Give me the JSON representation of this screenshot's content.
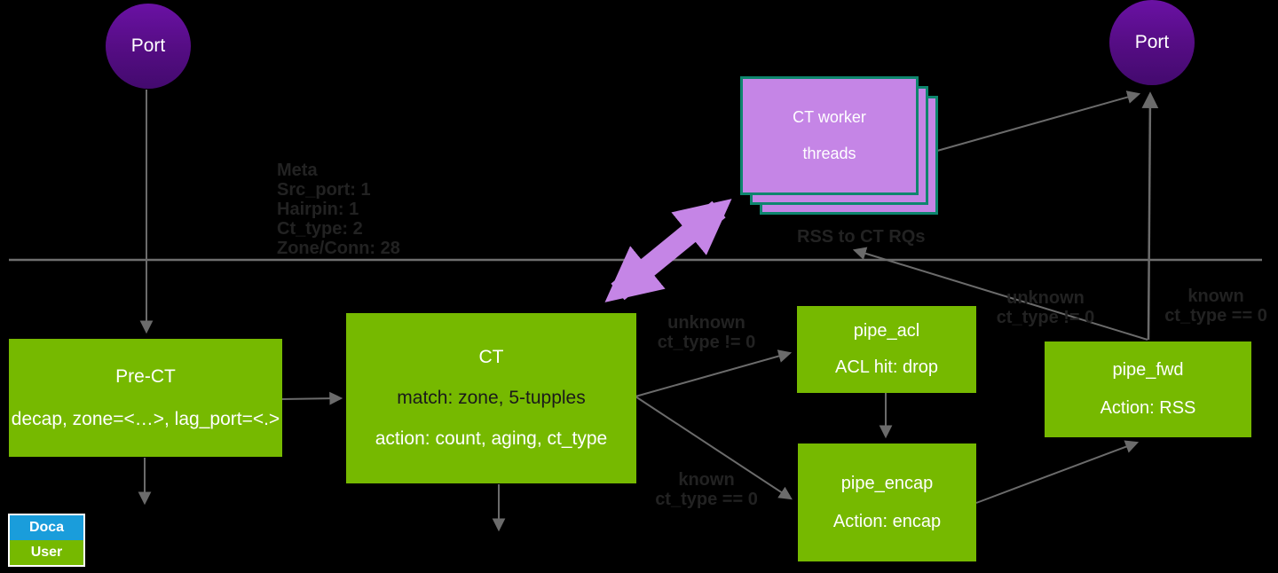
{
  "diagram": {
    "ports": {
      "left": "Port",
      "right": "Port"
    },
    "nodes": {
      "pre_ct": {
        "title": "Pre-CT",
        "subtitle": "decap, zone=<…>, lag_port=<.>"
      },
      "ct": {
        "title": "CT",
        "match": "match: zone, 5-tupples",
        "action": "action: count, aging, ct_type"
      },
      "pipe_acl": {
        "title": "pipe_acl",
        "subtitle": "ACL hit: drop"
      },
      "pipe_encap": {
        "title": "pipe_encap",
        "subtitle": "Action: encap"
      },
      "pipe_fwd": {
        "title": "pipe_fwd",
        "subtitle": "Action: RSS"
      },
      "ct_worker": {
        "line1": "CT worker",
        "line2": "threads"
      }
    },
    "meta": {
      "lines": [
        "Meta",
        "Src_port: 1",
        "Hairpin: 1",
        "Ct_type: 2",
        "Zone/Conn: 28"
      ]
    },
    "rss_label": "RSS to CT RQs",
    "edge_labels": {
      "to_acl": {
        "line1": "unknown",
        "line2": "ct_type != 0"
      },
      "to_encap": {
        "line1": "known",
        "line2": "ct_type == 0"
      },
      "fwd_unknown": {
        "line1": "unknown",
        "line2": "ct_type != 0"
      },
      "fwd_known": {
        "line1": "known",
        "line2": "ct_type == 0"
      }
    },
    "legend": {
      "doca": {
        "label": "Doca",
        "color": "#1a9ddb"
      },
      "user": {
        "label": "User",
        "color": "#76b900"
      }
    },
    "colors": {
      "background": "#000000",
      "node_green": "#76b900",
      "port_purple": "#560d85",
      "worker_fill": "#c585e6",
      "worker_border": "#0e866e",
      "big_arrow": "#c585e6",
      "wire_gray": "#6b6b6b",
      "dark_label": "#222222"
    }
  }
}
